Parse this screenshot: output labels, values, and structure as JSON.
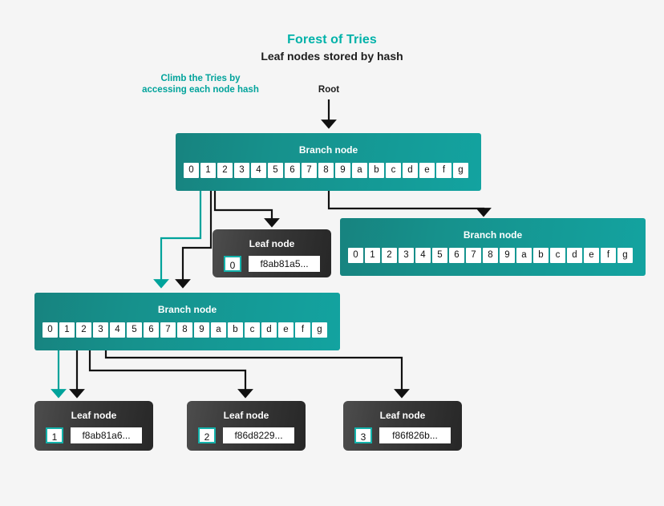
{
  "background_color": "#f5f5f5",
  "accent_color": "#00b2a9",
  "header": {
    "title": "Forest of Tries",
    "subtitle": "Leaf nodes stored by hash"
  },
  "annotations": [
    {
      "name": "climb-annotation",
      "text": "Climb the Tries by\naccessing each node hash",
      "color": "#00a39b"
    },
    {
      "name": "root-annotation",
      "text": "Root",
      "color": "#1d1d1d"
    }
  ],
  "branch_nodes": [
    {
      "id": "branch-root",
      "title": "Branch node",
      "cells": [
        "0",
        "1",
        "2",
        "3",
        "4",
        "5",
        "6",
        "7",
        "8",
        "9",
        "a",
        "b",
        "c",
        "d",
        "e",
        "f",
        "g"
      ],
      "highlighted_cells": [
        "0",
        "1",
        "8"
      ]
    },
    {
      "id": "branch-right",
      "title": "Branch node",
      "cells": [
        "0",
        "1",
        "2",
        "3",
        "4",
        "5",
        "6",
        "7",
        "8",
        "9",
        "a",
        "b",
        "c",
        "d",
        "e",
        "f",
        "g"
      ],
      "highlighted_cells": []
    },
    {
      "id": "branch-left",
      "title": "Branch node",
      "cells": [
        "0",
        "1",
        "2",
        "3",
        "4",
        "5",
        "6",
        "7",
        "8",
        "9",
        "a",
        "b",
        "c",
        "d",
        "e",
        "f",
        "g"
      ],
      "highlighted_cells": [
        "1",
        "2",
        "3"
      ]
    }
  ],
  "leaf_nodes": [
    {
      "id": "leaf-top",
      "title": "Leaf node",
      "index": "0",
      "hash": "f8ab81a5..."
    },
    {
      "id": "leaf-bottom-1",
      "title": "Leaf node",
      "index": "1",
      "hash": "f8ab81a6..."
    },
    {
      "id": "leaf-bottom-2",
      "title": "Leaf node",
      "index": "2",
      "hash": "f86d8229..."
    },
    {
      "id": "leaf-bottom-3",
      "title": "Leaf node",
      "index": "3",
      "hash": "f86f826b..."
    }
  ],
  "connectors": [
    {
      "name": "root-to-branch-root",
      "color": "#111111"
    },
    {
      "name": "branch-root-cell-0-to-branch-left",
      "color": "#00a39b"
    },
    {
      "name": "branch-root-cell-1-to-branch-left",
      "color": "#111111"
    },
    {
      "name": "branch-root-cell-1-to-leaf-top",
      "color": "#111111"
    },
    {
      "name": "branch-root-cell-8-to-branch-right",
      "color": "#111111"
    },
    {
      "name": "branch-left-cell-1-to-leaf-bottom-1-teal",
      "color": "#00a39b"
    },
    {
      "name": "branch-left-cell-1-to-leaf-bottom-1",
      "color": "#111111"
    },
    {
      "name": "branch-left-cell-2-to-leaf-bottom-2",
      "color": "#111111"
    },
    {
      "name": "branch-left-cell-3-to-leaf-bottom-3",
      "color": "#111111"
    }
  ]
}
